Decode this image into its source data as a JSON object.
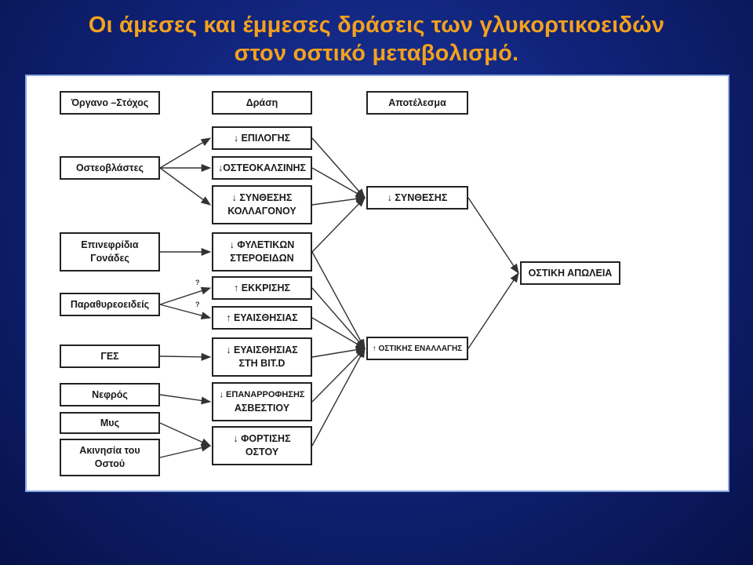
{
  "title": {
    "line1": "Οι άμεσες και έμμεσες δράσεις των γλυκορτικοειδών",
    "line2": "στον οστικό μεταβολισμό."
  },
  "headers": {
    "organ": "Όργανο –Στόχος",
    "action": "Δράση",
    "result": "Αποτέλεσμα"
  },
  "organs": {
    "osteoblasts": "Οστεοβλάστες",
    "adrenal_l1": "Επινεφρίδια",
    "adrenal_l2": "Γονάδες",
    "parathyroid": "Παραθυρεοειδείς",
    "gi": "ΓΕΣ",
    "kidney": "Νεφρός",
    "muscle": "Μυς",
    "immob_l1": "Ακινησία του",
    "immob_l2": "Οστού"
  },
  "actions": {
    "selection": "↓ ΕΠΙΛΟΓΗΣ",
    "osteocalcin": "↓ΟΣΤΕΟΚΑΛΣΙΝΗΣ",
    "collagen_l1": "↓ ΣΥΝΘΕΣΗΣ",
    "collagen_l2": "ΚΟΛΛΑΓΟΝΟΥ",
    "steroids_l1": "↓ ΦΥΛΕΤΙΚΩΝ",
    "steroids_l2": "ΣΤΕΡΟΕΙΔΩΝ",
    "secretion": "↑ ΕΚΚΡΙΣΗΣ",
    "sensitivity": "↑ ΕΥΑΙΣΘΗΣΙΑΣ",
    "vitd_l1": "↓ ΕΥΑΙΣΘΗΣΙΑΣ",
    "vitd_l2": "ΣΤΗ ΒΙΤ.D",
    "ca_l1": "↓ ΕΠΑΝΑΡΡΟΦΗΣΗΣ",
    "ca_l2": "ΑΣΒΕΣΤΙΟΥ",
    "loading_l1": "↓ ΦΟΡΤΙΣΗΣ",
    "loading_l2": "ΟΣΤΟΥ"
  },
  "results": {
    "synthesis": "↓ ΣΥΝΘΕΣΗΣ",
    "turnover": "↑ ΟΣΤΙΚΗΣ ΕΝΑΛΛΑΓΗΣ"
  },
  "final": "ΟΣΤΙΚΗ ΑΠΩΛΕΙΑ",
  "question_mark": "?",
  "colors": {
    "title": "#f4a11d",
    "background": "#10237a",
    "panel_border": "#8aa8e0",
    "box_border": "#222222",
    "arrow": "#333333"
  },
  "edges": [
    [
      "osteoblasts",
      "selection"
    ],
    [
      "osteoblasts",
      "osteocalcin"
    ],
    [
      "osteoblasts",
      "collagen"
    ],
    [
      "adrenal",
      "steroids"
    ],
    [
      "parathyroid",
      "secretion"
    ],
    [
      "parathyroid",
      "sensitivity"
    ],
    [
      "gi",
      "vitd"
    ],
    [
      "kidney",
      "ca"
    ],
    [
      "muscle",
      "loading"
    ],
    [
      "immob",
      "loading"
    ],
    [
      "selection",
      "synthesis"
    ],
    [
      "osteocalcin",
      "synthesis"
    ],
    [
      "collagen",
      "synthesis"
    ],
    [
      "steroids",
      "synthesis"
    ],
    [
      "steroids",
      "turnover"
    ],
    [
      "secretion",
      "turnover"
    ],
    [
      "sensitivity",
      "turnover"
    ],
    [
      "vitd",
      "turnover"
    ],
    [
      "ca",
      "turnover"
    ],
    [
      "loading",
      "turnover"
    ],
    [
      "synthesis",
      "final"
    ],
    [
      "turnover",
      "final"
    ]
  ]
}
